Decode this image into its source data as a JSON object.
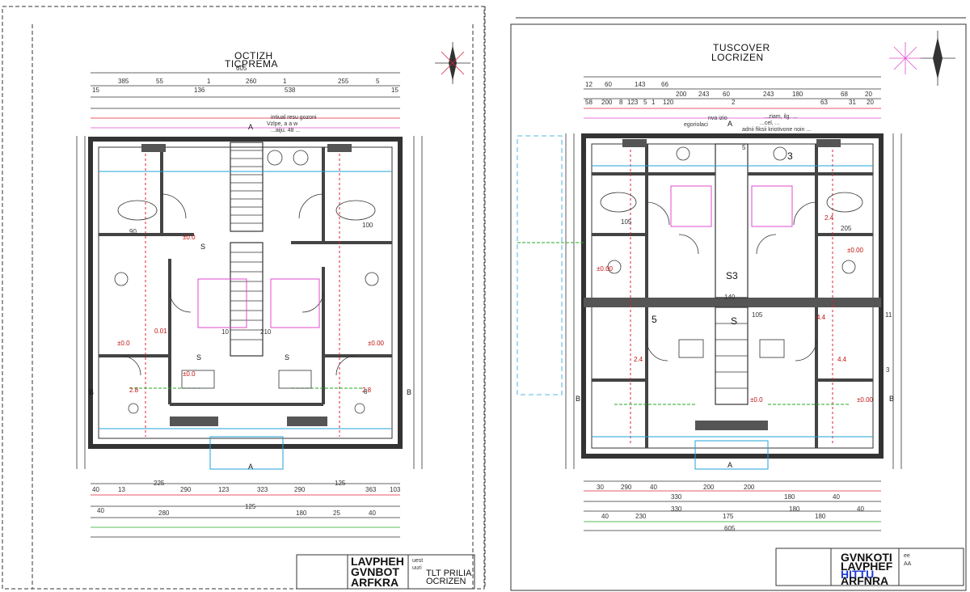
{
  "sheet_left": {
    "title_line1": "OCTIZH",
    "title_line2": "TICPREMA",
    "overall_dim_top": "605",
    "top_dims": [
      "385",
      "55",
      "1",
      "260",
      "1",
      "255",
      "5"
    ],
    "top_dims_row2": [
      "15",
      "136",
      "538",
      "15"
    ],
    "bottom_dims_row1": [
      "40",
      "13",
      "225",
      "290",
      "123",
      "323",
      "290",
      "125",
      "363",
      "103"
    ],
    "bottom_dims_row2": [
      "40",
      "280",
      "125",
      "180",
      "25",
      "40"
    ],
    "note_lines": [
      "intiual resu gozoni",
      "Vzlpe, a a w ",
      "...aiju. 48 ..."
    ],
    "room_labels": [
      "S",
      "S",
      "S"
    ],
    "levels": [
      "±0.0",
      "±0.0",
      "±0.0",
      "±0.00",
      "0.01",
      "2.8",
      "2.8"
    ],
    "interior_dims": [
      "100",
      "90",
      "210",
      "10",
      "8"
    ],
    "section_marks": [
      "A",
      "A",
      "B",
      "B"
    ],
    "title_block": {
      "lines": [
        "LAVPHEH",
        "GVNBOT",
        "ARFKRA"
      ],
      "small": [
        "uest",
        "uuri"
      ],
      "right_label_1": "TLT PRILIA",
      "right_label_2": "OCRIZEN"
    }
  },
  "sheet_right": {
    "title_line1": "TUSCOVER",
    "title_line2": "LOCRIZEN",
    "top_dims_row1": [
      "12",
      "60",
      "143",
      "66",
      "200",
      "243",
      "60",
      "243",
      "180",
      "68",
      "20"
    ],
    "top_dims_row2": [
      "58",
      "200",
      "8",
      "123",
      "5",
      "1",
      "120",
      "2",
      "63",
      "31",
      "20"
    ],
    "bottom_dims_row1": [
      "30",
      "290",
      "40",
      "330",
      "200",
      "200",
      "180",
      "40"
    ],
    "bottom_dims_row2": [
      "40",
      "230",
      "330",
      "175",
      "180",
      "180",
      "40"
    ],
    "overall_dim_bottom": "605",
    "note_lines": [
      "nva izio",
      "egoriolaci",
      "...ziam, ilg. ...",
      "...cel, ...",
      "adnii fiksii kriotivone noin ..."
    ],
    "room_labels": [
      "S3",
      "S",
      "3",
      "5"
    ],
    "levels": [
      "±0.00",
      "±0.00",
      "±0.0",
      "±0.00",
      "4.4",
      "4.4",
      "2.4",
      "2.4"
    ],
    "interior_dims": [
      "105",
      "105",
      "140",
      "205",
      "5",
      "11",
      "3"
    ],
    "section_marks": [
      "A",
      "A",
      "B",
      "B"
    ],
    "title_block": {
      "lines": [
        "GVNKOTI",
        "LAVPHEF",
        "HITTU",
        "ARFNRA"
      ],
      "small": [
        "ee",
        "AA"
      ],
      "right_label_1": "",
      "right_label_2": ""
    }
  },
  "colors": {
    "linework": "#333333",
    "wall_fill": "#555555",
    "dimension_red": "#e0203a",
    "magenta": "#e04ad0",
    "green": "#22a822",
    "cyan": "#1fa3d8",
    "blue_text": "#1e3cd8",
    "level_red": "#c01010"
  },
  "icons": [
    "north-arrow-icon",
    "compass-rose-icon"
  ]
}
